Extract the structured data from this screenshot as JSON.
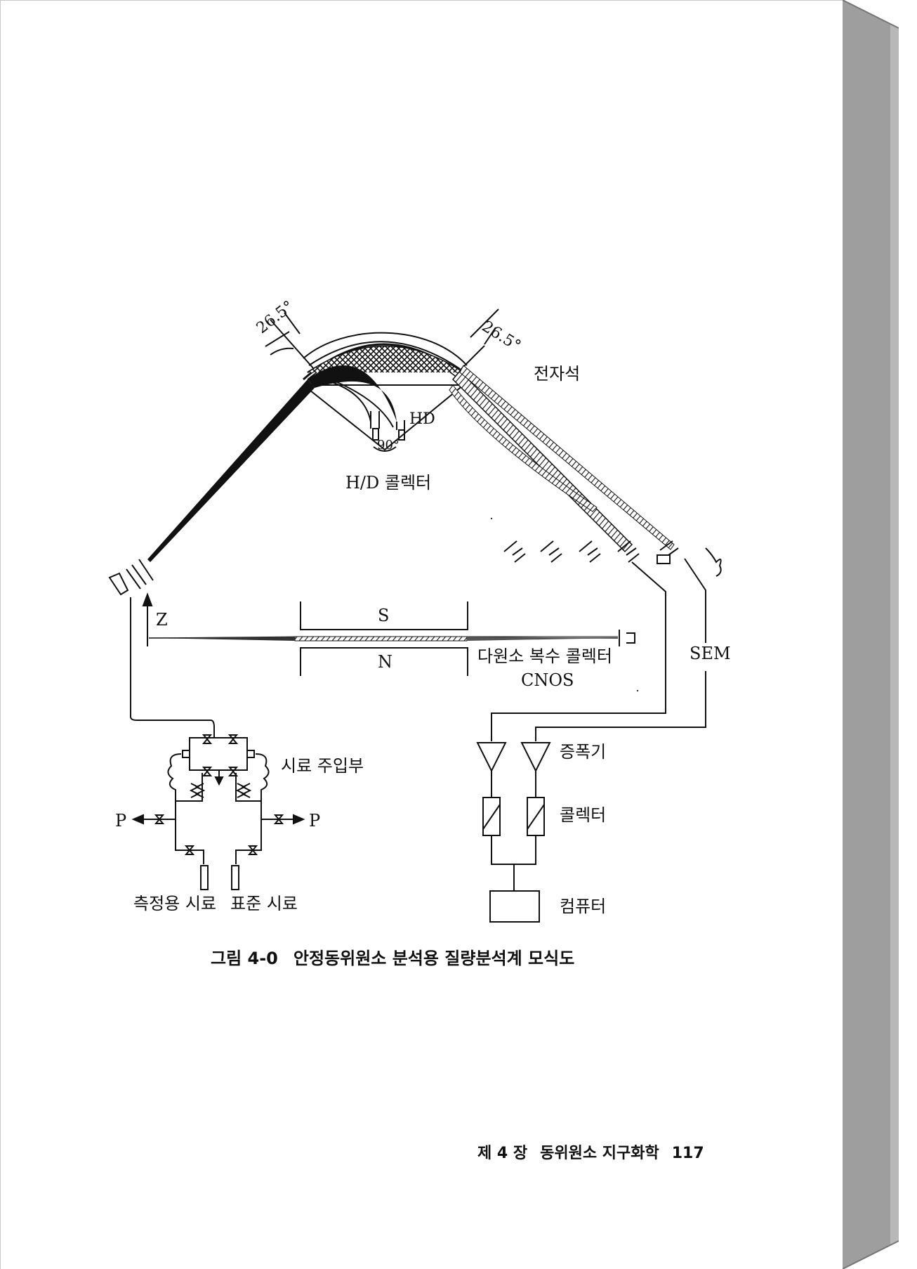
{
  "diagram": {
    "angle_left": "26.5°",
    "angle_right": "26.5°",
    "magnet_label": "전자석",
    "hd_label": "HD",
    "angle_90": "90°",
    "hd_collector_label": "H/D 콜렉터",
    "z_label": "Z",
    "s_pole": "S",
    "n_pole": "N",
    "multi_collector_label": "다원소 복수 콜렉터",
    "cnos_label": "CNOS",
    "sem_label": "SEM",
    "sample_inlet_label": "시료 주입부",
    "amplifier_label": "증폭기",
    "collector_label": "콜렉터",
    "computer_label": "컴퓨터",
    "p_left": "P",
    "p_right": "P",
    "measured_sample_label": "측정용 시료",
    "standard_sample_label": "표준 시료"
  },
  "caption": {
    "number": "그림 4-0",
    "text": "안정동위원소 분석용 질량분석계 모식도"
  },
  "footer": {
    "chapter": "제 4 장",
    "title": "동위원소 지구화학",
    "page_number": "117"
  }
}
